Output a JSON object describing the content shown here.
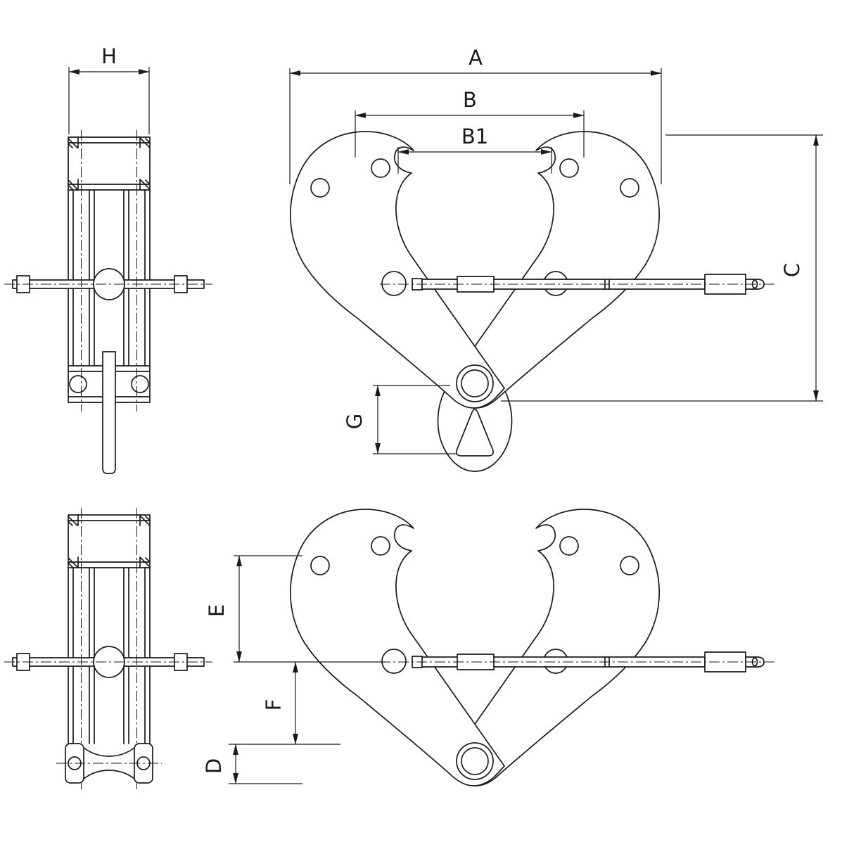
{
  "drawing": {
    "background": "#ffffff",
    "line_color": "#1a1a1a",
    "dims": {
      "h": "H",
      "a": "A",
      "b": "B",
      "b1": "B1",
      "c": "C",
      "g": "G",
      "e": "E",
      "f": "F",
      "d": "D"
    }
  }
}
